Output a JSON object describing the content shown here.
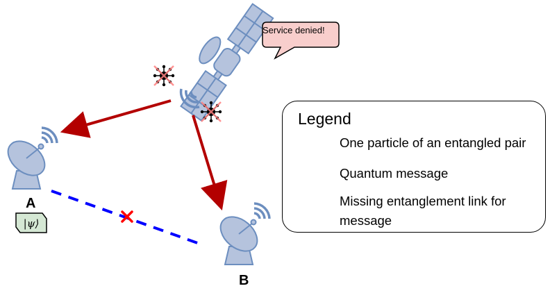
{
  "speech_bubble": {
    "text": "Service denied!"
  },
  "nodes": {
    "a_label": "A",
    "b_label": "B"
  },
  "quantum_symbol": "|ψ⟩",
  "legend": {
    "title": "Legend",
    "items": [
      {
        "icon": "entangled-particle-icon",
        "label": "One particle of an entangled pair"
      },
      {
        "icon": "quantum-message-icon",
        "label": "Quantum message"
      },
      {
        "icon": "missing-link-icon",
        "label": "Missing entanglement link for message"
      }
    ],
    "item3_line1": "Missing entanglement link for",
    "item3_line2": "message"
  },
  "colors": {
    "antenna_fill": "#b5c3dd",
    "antenna_stroke": "#6c8ebf",
    "arrow": "#b30000",
    "dashed_link": "#0000ff",
    "cross": "#ff0000",
    "message_fill": "#d5e8d4",
    "bubble_fill": "#f8cecc"
  }
}
